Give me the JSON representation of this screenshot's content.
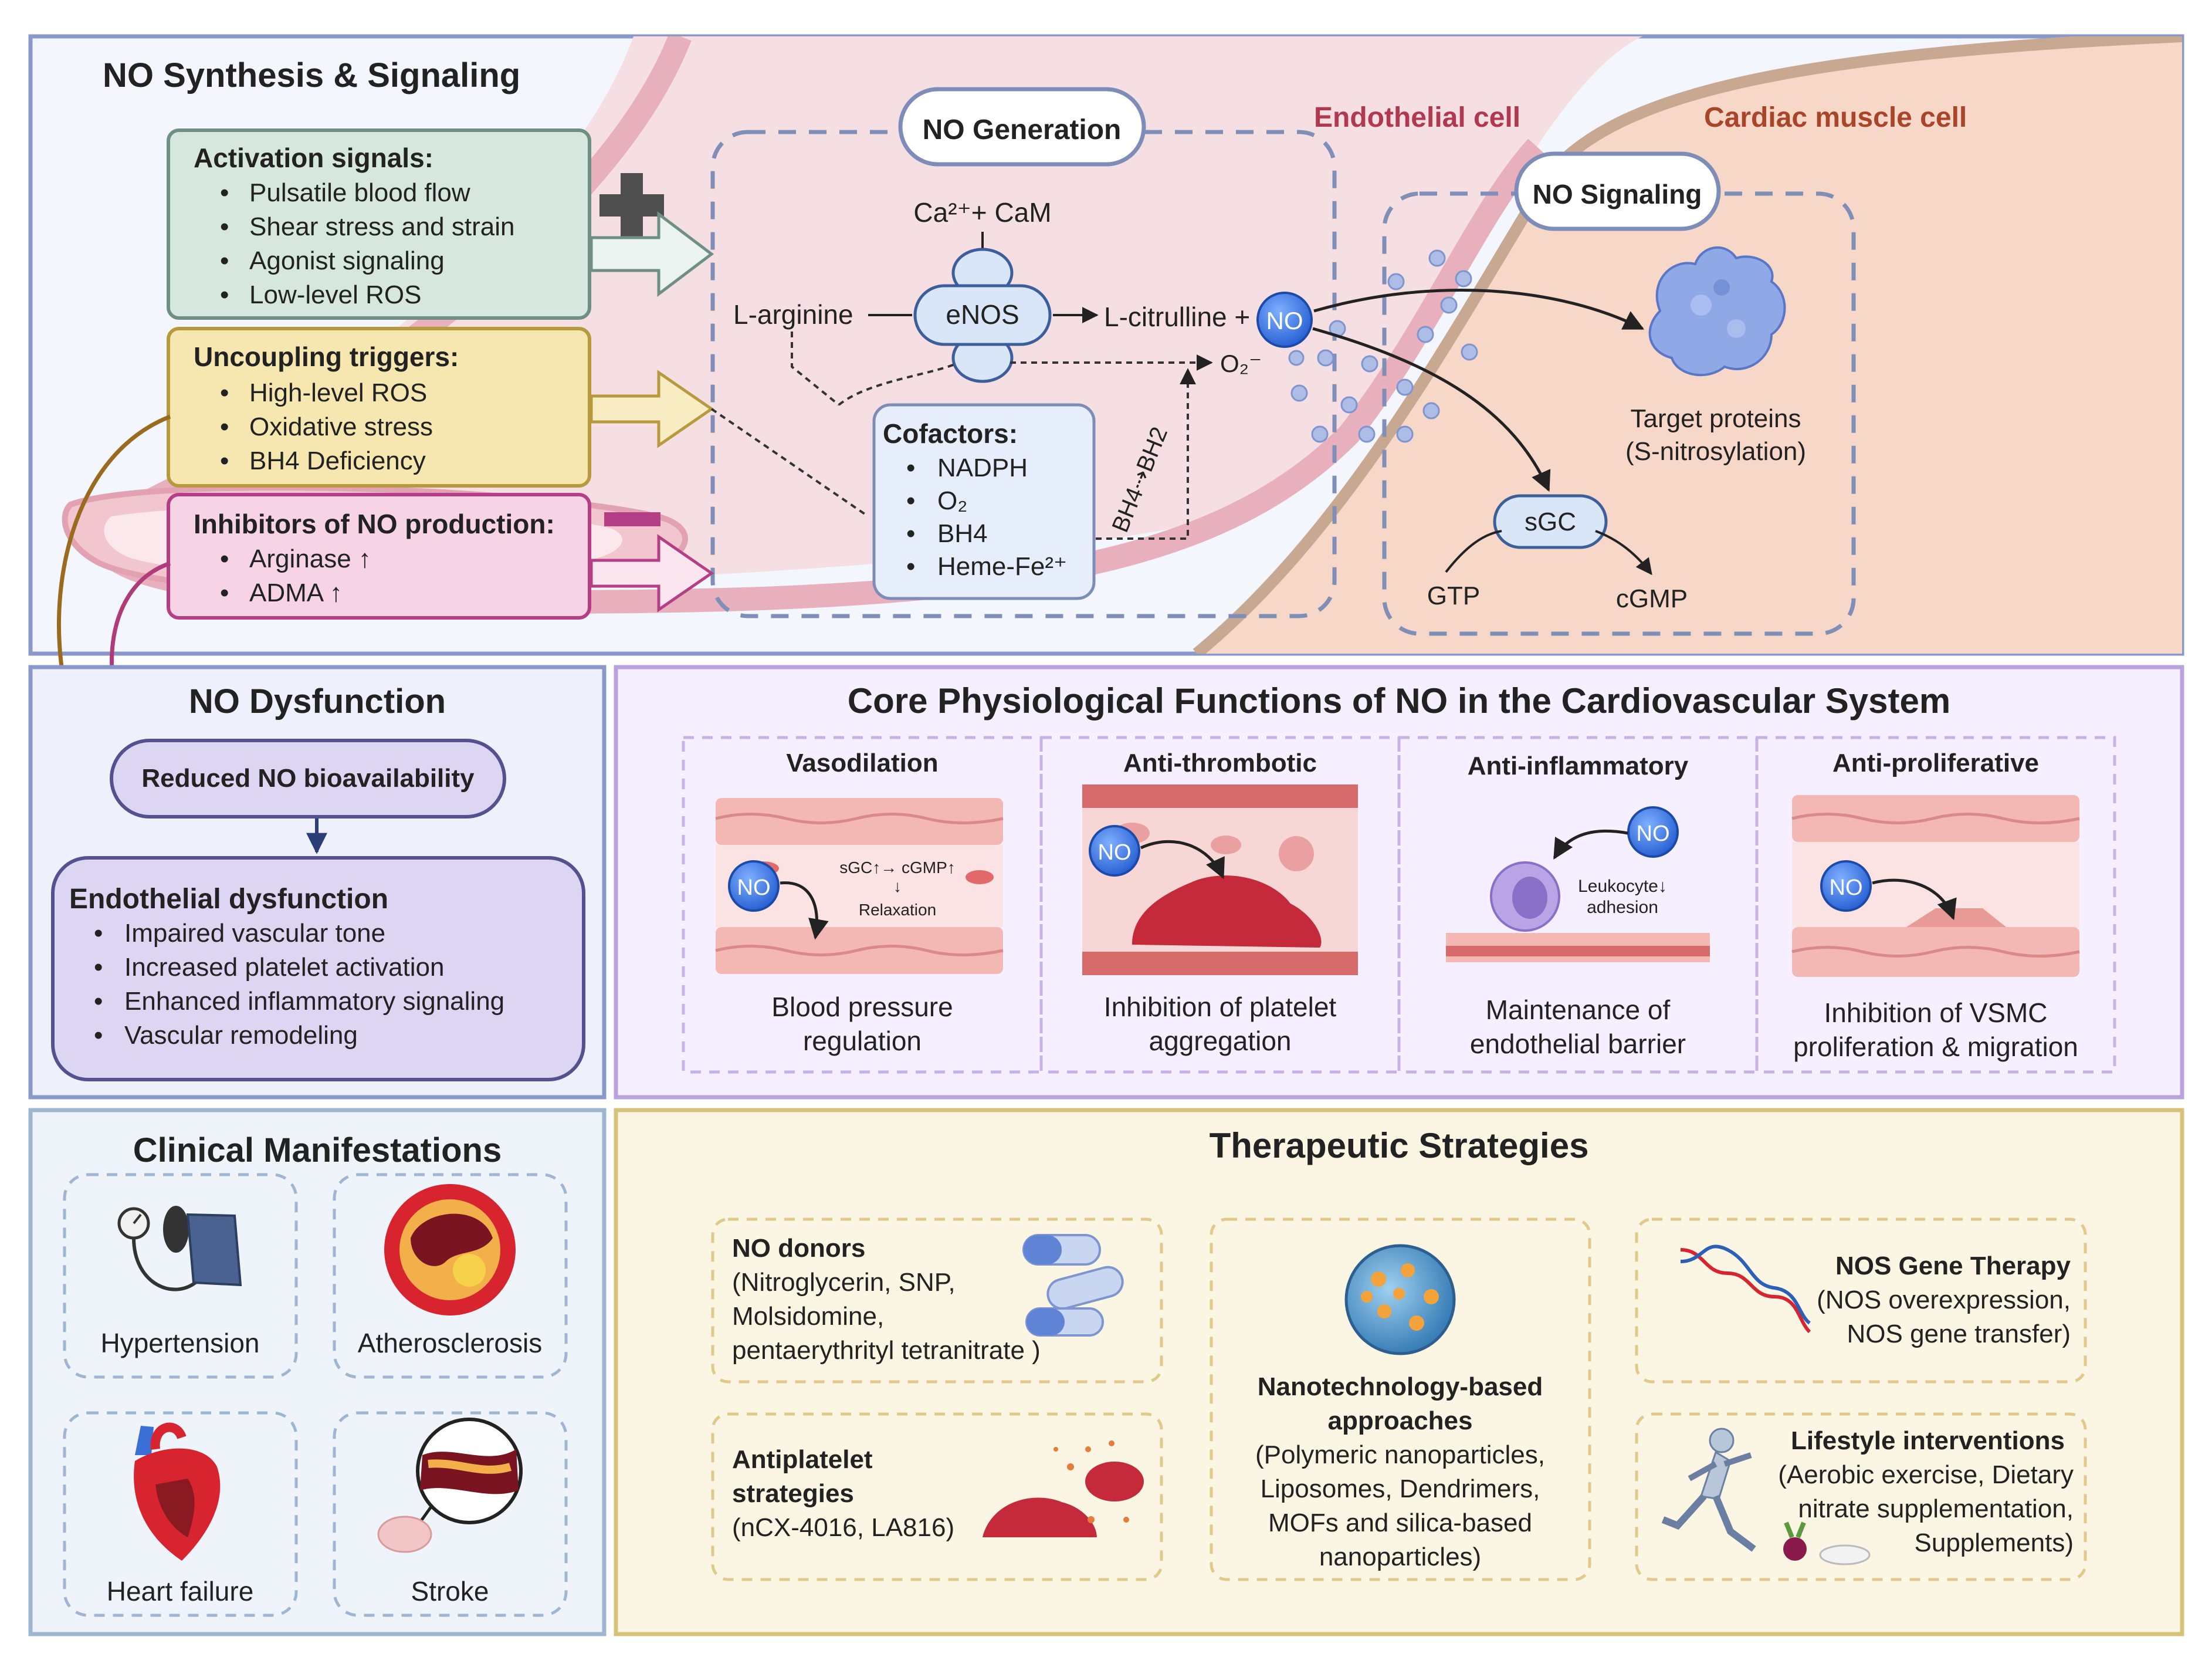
{
  "synthesis": {
    "title": "NO Synthesis & Signaling",
    "generation_label": "NO Generation",
    "endothelial_label": "Endothelial cell",
    "cardiac_label": "Cardiac muscle cell",
    "signaling_label": "NO Signaling",
    "activation": {
      "title": "Activation signals:",
      "items": [
        "Pulsatile blood flow",
        "Shear stress and strain",
        "Agonist signaling",
        "Low-level ROS"
      ]
    },
    "uncoupling": {
      "title": "Uncoupling triggers:",
      "items": [
        "High-level ROS",
        "Oxidative stress",
        "BH4 Deficiency"
      ]
    },
    "inhibitors": {
      "title": "Inhibitors of NO production:",
      "items": [
        "Arginase ↑",
        "ADMA ↑"
      ]
    },
    "pathway": {
      "ca_cam": "Ca²⁺+ CaM",
      "l_arginine": "L-arginine",
      "enos": "eNOS",
      "l_citrulline": "L-citrulline +",
      "no": "NO",
      "superoxide": "O₂⁻",
      "bh4_bh2": "BH4⇢BH2"
    },
    "cofactors": {
      "title": "Cofactors:",
      "items": [
        "NADPH",
        "O₂",
        "BH4",
        "Heme-Fe²⁺"
      ]
    },
    "target_proteins": [
      "Target proteins",
      "(S-nitrosylation)"
    ],
    "sgc": "sGC",
    "gtp": "GTP",
    "cgmp": "cGMP"
  },
  "dysfunction": {
    "title": "NO Dysfunction",
    "reduced": "Reduced NO bioavailability",
    "endo_title": "Endothelial dysfunction",
    "items": [
      "Impaired vascular tone",
      "Increased platelet activation",
      "Enhanced inflammatory signaling",
      "Vascular remodeling"
    ]
  },
  "core": {
    "title": "Core Physiological Functions of NO in the Cardiovascular System",
    "panels": [
      {
        "title": "Vasodilation",
        "caption": [
          "Blood pressure",
          "regulation"
        ]
      },
      {
        "title": "Anti-thrombotic",
        "caption": [
          "Inhibition of platelet",
          "aggregation"
        ]
      },
      {
        "title": "Anti-inflammatory",
        "caption": [
          "Maintenance of",
          "endothelial barrier"
        ]
      },
      {
        "title": "Anti-proliferative",
        "caption": [
          "Inhibition of VSMC",
          "proliferation & migration"
        ]
      }
    ],
    "vaso_note": [
      "sGC↑→ cGMP↑",
      "↓",
      "Relaxation"
    ],
    "leuko_note": [
      "Leukocyte↓",
      "adhesion"
    ]
  },
  "clinical": {
    "title": "Clinical Manifestations",
    "items": [
      "Hypertension",
      "Atherosclerosis",
      "Heart failure",
      "Stroke"
    ]
  },
  "therapy": {
    "title": "Therapeutic Strategies",
    "donors": {
      "title": "NO donors",
      "lines": [
        "(Nitroglycerin, SNP,",
        "Molsidomine,",
        "pentaerythrityl tetranitrate )"
      ]
    },
    "antiplatelet": {
      "title": [
        "Antiplatelet",
        "strategies"
      ],
      "lines": [
        "(nCX-4016, LA816)"
      ]
    },
    "nano": {
      "title": [
        "Nanotechnology-based",
        "approaches"
      ],
      "lines": [
        "(Polymeric nanoparticles,",
        "Liposomes, Dendrimers,",
        "MOFs and silica-based",
        "nanoparticles)"
      ]
    },
    "gene": {
      "title": "NOS Gene Therapy",
      "lines": [
        "(NOS overexpression,",
        "NOS gene transfer)"
      ]
    },
    "lifestyle": {
      "title": "Lifestyle interventions",
      "lines": [
        "(Aerobic exercise, Dietary",
        "nitrate supplementation,",
        "Supplements)"
      ]
    }
  },
  "colors": {
    "accent_blue": "#3d78e0",
    "endothelial_text": "#b0394f",
    "cardiac_text": "#a8452a",
    "activation_fill": "#d6e7e0",
    "uncoupling_fill": "#f6e6b0",
    "inhibitor_fill": "#f6d3e5"
  }
}
